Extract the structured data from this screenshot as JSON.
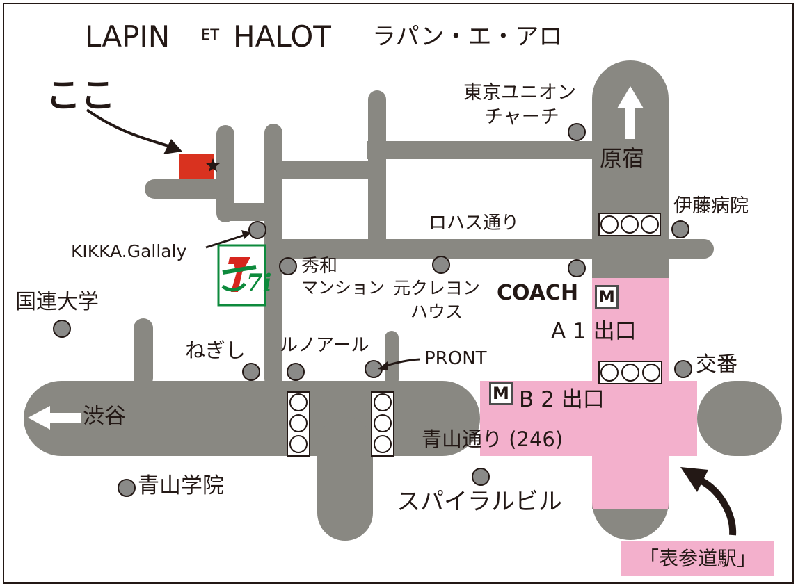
{
  "title": {
    "brand_left": "LAPIN",
    "brand_et": "ET",
    "brand_right": "HALOT",
    "brand_katakana": "ラパン・エ・アロ"
  },
  "here_label": "ここ",
  "landmarks": {
    "tokyo_union_church_line1": "東京ユニオン",
    "tokyo_union_church_line2": "チャーチ",
    "harajuku": "原宿",
    "ito_hospital": "伊藤病院",
    "lohas_street": "ロハス通り",
    "kikka_gallery": "KIKKA.Gallaly",
    "shuwa_mansion_line1": "秀和",
    "shuwa_mansion_line2": "マンション",
    "moto_crayon_line1": "元クレヨン",
    "moto_crayon_line2": "ハウス",
    "coach": "COACH",
    "kokuren_university": "国連大学",
    "negishi": "ねぎし",
    "lunoir": "ルノアール",
    "pront": "PRONT",
    "exit_a1": "A 1 出口",
    "koban": "交番",
    "exit_b2": "B 2 出口",
    "shibuya": "渋谷",
    "aoyama_street": "青山通り (246)",
    "aoyama_gakuin": "青山学院",
    "spiral_building": "スパイラルビル",
    "omotesando_station": "「表参道駅」"
  },
  "station_marker": "M",
  "seven_eleven_mark": "7i",
  "colors": {
    "road": "#898882",
    "station_area": "#f3b0cc",
    "here_marker": "#d9321f",
    "dot": "#8a8a88",
    "text": "#231815",
    "seven_green": "#0d8a3c",
    "seven_red": "#d7261e"
  }
}
